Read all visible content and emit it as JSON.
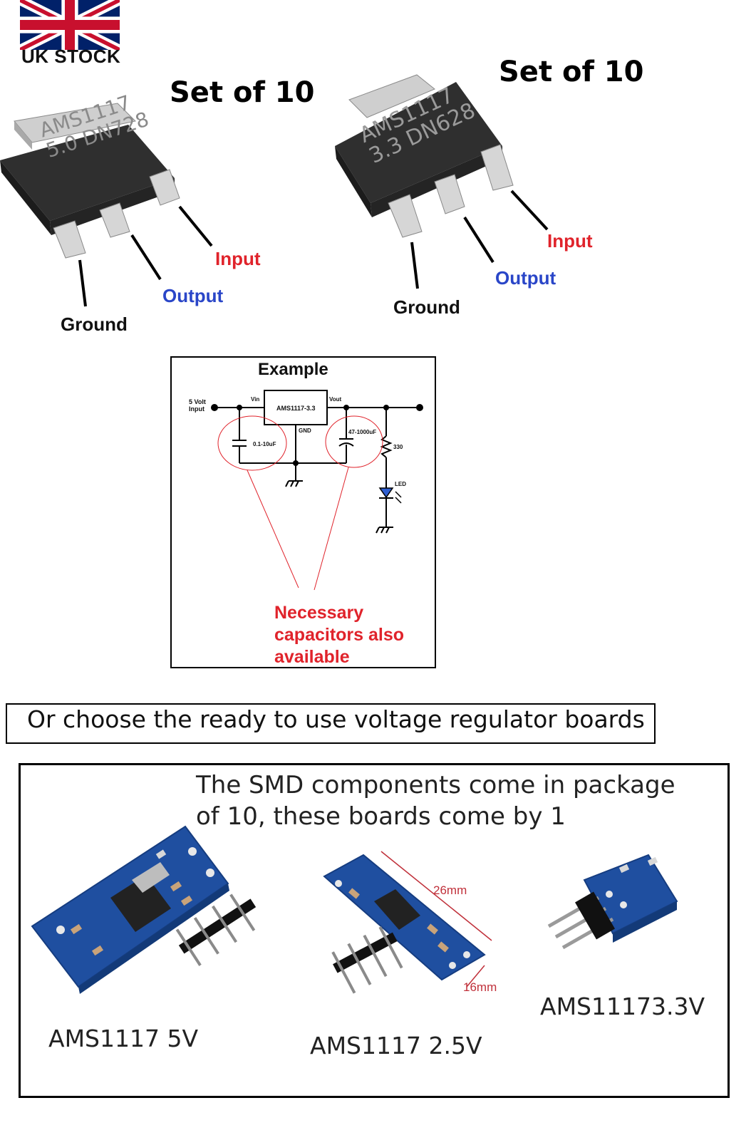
{
  "header": {
    "stock_label": "UK STOCK"
  },
  "chips": [
    {
      "set_label": "Set of 10",
      "marking_line1": "AMS1117",
      "marking_line2": "5.0  DN728",
      "pin_input": "Input",
      "pin_output": "Output",
      "pin_ground": "Ground"
    },
    {
      "set_label": "Set of 10",
      "marking_line1": "AMS1117",
      "marking_line2": "3.3  DN628",
      "pin_input": "Input",
      "pin_output": "Output",
      "pin_ground": "Ground"
    }
  ],
  "example": {
    "title": "Example",
    "input_label_line1": "5 Volt",
    "input_label_line2": "Input",
    "vin": "Vin",
    "vout": "Vout",
    "gnd": "GND",
    "ic": "AMS1117-3.3",
    "cap_in": "0.1-10uF",
    "cap_out": "47-1000uF",
    "resistor": "330",
    "led": "LED",
    "note": "Necessary capacitors also available"
  },
  "choose_text": "Or choose the ready to use voltage regulator boards",
  "boards": {
    "note": "The SMD components come in package of 10, these boards come by 1",
    "items": [
      {
        "label": "AMS1117 5V"
      },
      {
        "label": "AMS1117 2.5V",
        "dim_length": "26mm",
        "dim_width": "16mm"
      },
      {
        "label": "AMS11173.3V"
      }
    ]
  },
  "colors": {
    "input_red": "#e0232b",
    "output_blue": "#2a46c8",
    "pcb_blue": "#1f4fa0",
    "chip_body": "#2f2f2f",
    "union_blue": "#012169",
    "union_red": "#c8102e"
  }
}
